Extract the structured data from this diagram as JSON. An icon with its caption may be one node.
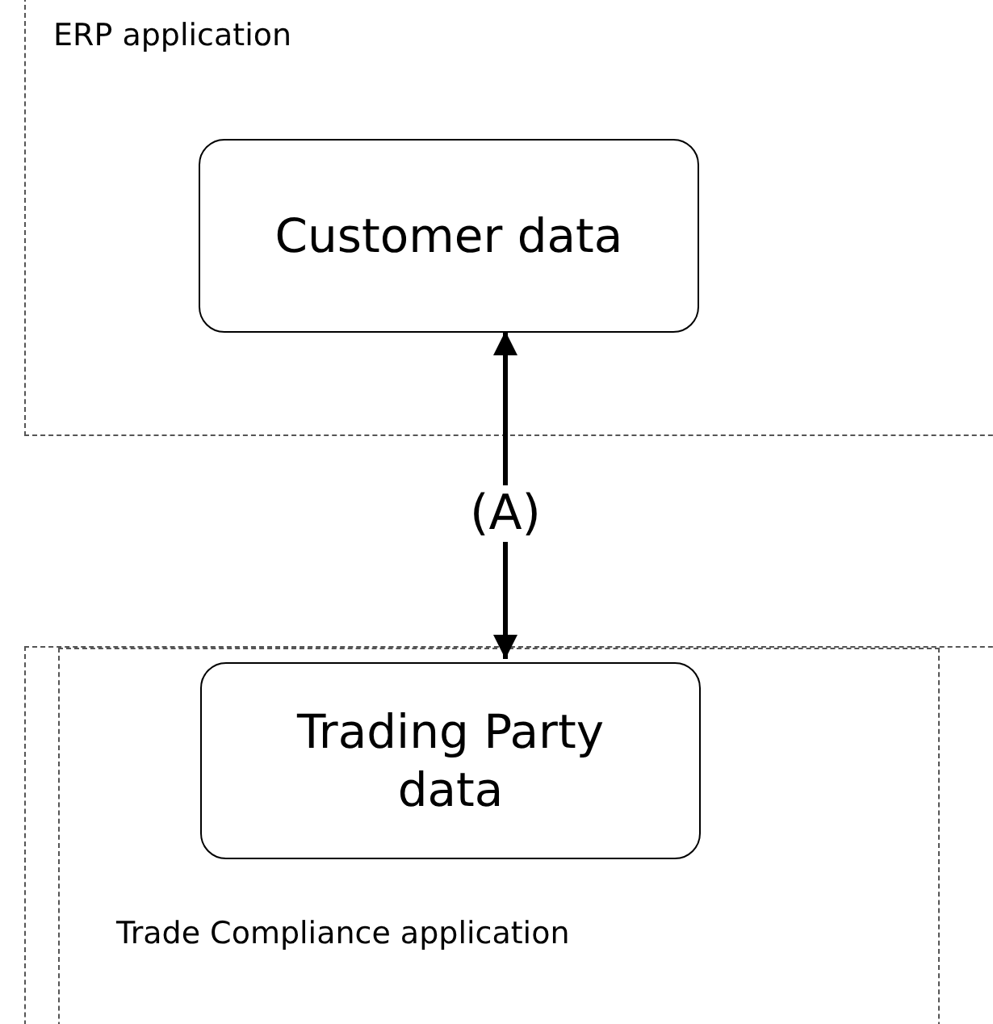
{
  "diagram": {
    "nodes": [
      {
        "text": [
          "ERP application"
        ]
      },
      {
        "text": [
          "Customer data"
        ],
        "in": 0
      },
      {
        "text": [],
        "shape": "box"
      },
      {
        "text": [
          "Trade Compliance application"
        ],
        "in": 2
      },
      {
        "text": [
          "Trading Party data"
        ],
        "in": 3
      }
    ],
    "edges": [
      {
        "from": 1,
        "to": 4,
        "arrow": "both",
        "label": "(A)"
      }
    ]
  }
}
